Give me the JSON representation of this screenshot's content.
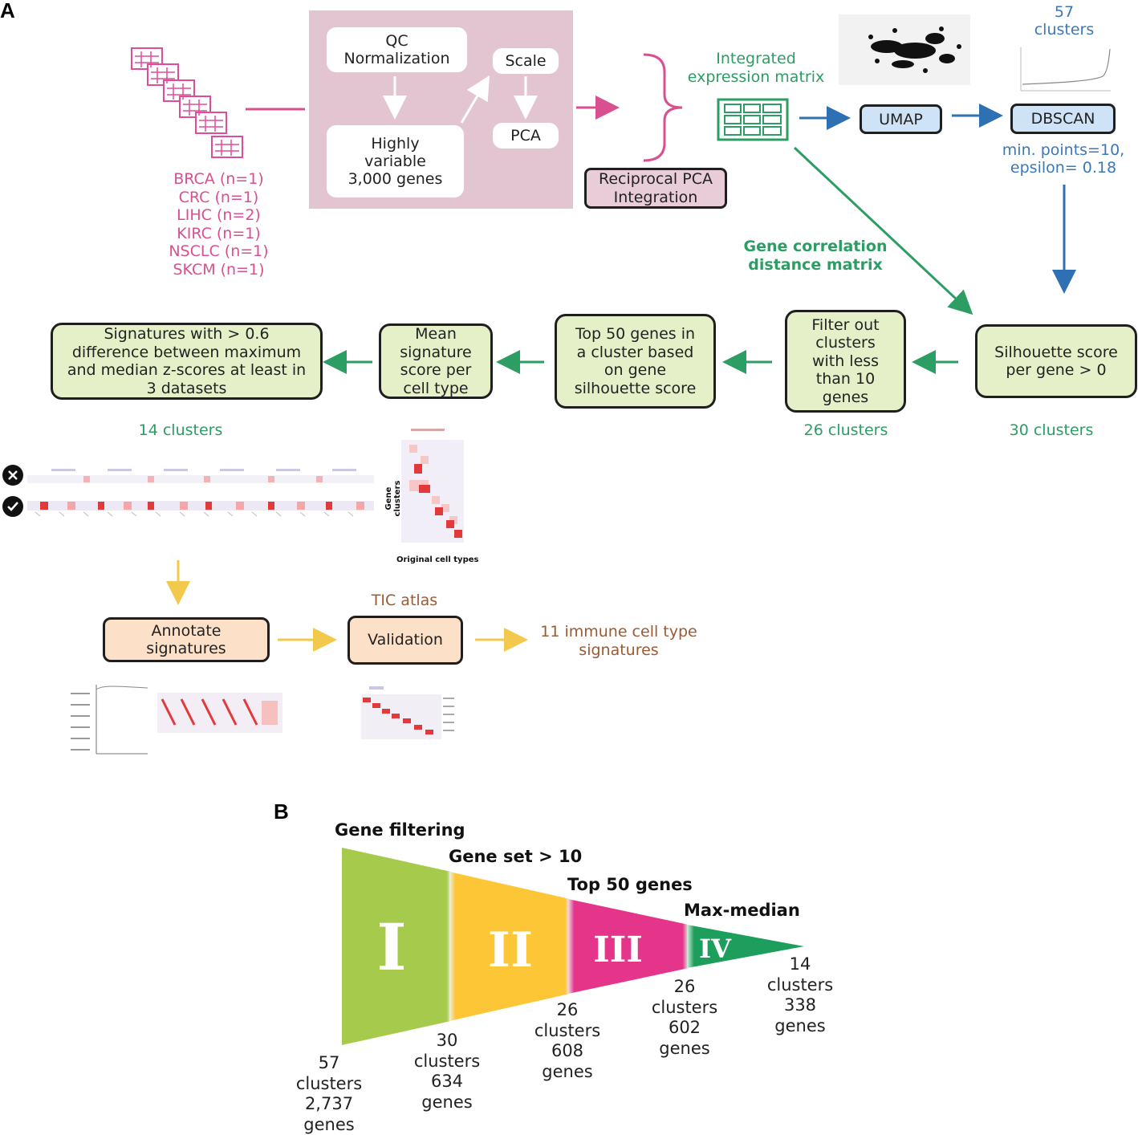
{
  "panel_a": {
    "letter": "A",
    "datasets": [
      "BRCA (n=1)",
      "CRC (n=1)",
      "LIHC (n=2)",
      "KIRC (n=1)",
      "NSCLC (n=1)",
      "SKCM (n=1)"
    ],
    "preprocess": {
      "qc": [
        "QC",
        "Normalization"
      ],
      "hvg": [
        "Highly",
        "variable",
        "3,000 genes"
      ],
      "scale": "Scale",
      "pca": "PCA"
    },
    "integration": [
      "Reciprocal PCA",
      "Integration"
    ],
    "integrated_matrix": [
      "Integrated",
      "expression matrix"
    ],
    "umap": "UMAP",
    "dbscan": "DBSCAN",
    "dbscan_clusters": [
      "57",
      "clusters"
    ],
    "dbscan_params": [
      "min. points=10,",
      "epsilon= 0.18"
    ],
    "gene_correlation": [
      "Gene correlation",
      "distance matrix"
    ],
    "silhouette": [
      "Silhouette score",
      "per gene > 0"
    ],
    "silhouette_count": "30 clusters",
    "filter": [
      "Filter out",
      "clusters",
      "with less",
      "than 10",
      "genes"
    ],
    "filter_count": "26 clusters",
    "top50": [
      "Top 50 genes in",
      "a cluster based",
      "on gene",
      "silhouette score"
    ],
    "mean_sig": [
      "Mean",
      "signature",
      "score per",
      "cell type"
    ],
    "signatures": [
      "Signatures with > 0.6",
      "difference between maximum",
      "and median z-scores at least in",
      "3 datasets"
    ],
    "signatures_count": "14 clusters",
    "heatmap_ylabel": "Gene clusters",
    "heatmap_xlabel": "Original cell types",
    "annotate": [
      "Annotate",
      "signatures"
    ],
    "tic_atlas": "TIC atlas",
    "validation": "Validation",
    "final": [
      "11 immune cell type",
      "signatures"
    ]
  },
  "panel_b": {
    "letter": "B",
    "stages": [
      {
        "numeral": "I",
        "label": "Gene filtering",
        "color": "#a6cb4c"
      },
      {
        "numeral": "II",
        "label": "Gene set > 10",
        "color": "#fcc636"
      },
      {
        "numeral": "III",
        "label": "Top 50 genes",
        "color": "#e4358a"
      },
      {
        "numeral": "IV",
        "label": "Max-median",
        "color": "#1e9e5c"
      }
    ],
    "counts": [
      [
        "57",
        "clusters",
        "2,737",
        "genes"
      ],
      [
        "30",
        "clusters",
        "634",
        "genes"
      ],
      [
        "26",
        "clusters",
        "608",
        "genes"
      ],
      [
        "26",
        "clusters",
        "602",
        "genes"
      ],
      [
        "14",
        "clusters",
        "338",
        "genes"
      ]
    ]
  },
  "colors": {
    "pink": "#d8508f",
    "green_arrow": "#2c9d63",
    "blue_arrow": "#2f6fb3",
    "yellow_arrow": "#f2c94c",
    "brown_text": "#9b5a33"
  }
}
